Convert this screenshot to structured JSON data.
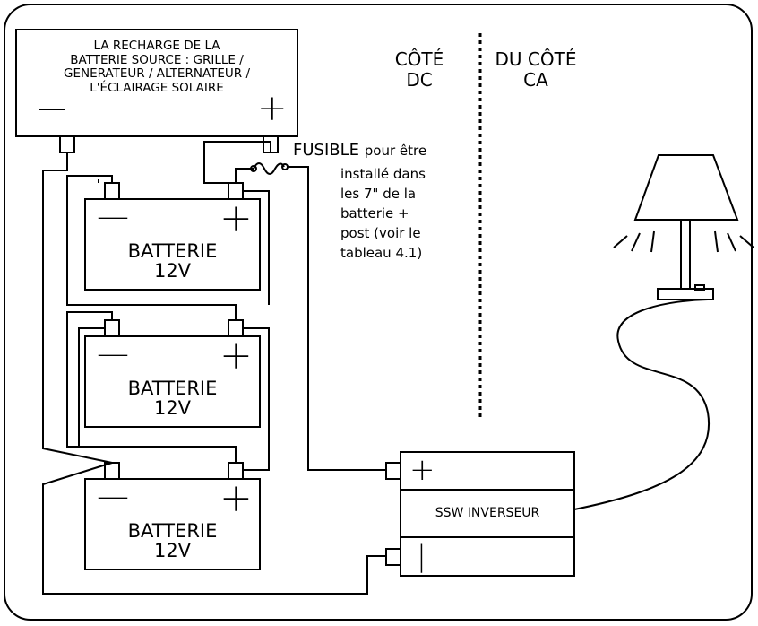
{
  "charge_source": {
    "line1": "LA RECHARGE DE LA",
    "line2": "BATTERIE SOURCE : GRILLE /",
    "line3": "GENERATEUR / ALTERNATEUR /",
    "line4": "L'ÉCLAIRAGE SOLAIRE",
    "minus": "—",
    "plus": "+"
  },
  "dc_side": {
    "line1": "CÔTÉ",
    "line2": "DC"
  },
  "ac_side": {
    "line1": "DU CÔTÉ",
    "line2": "CA"
  },
  "fuse": {
    "title": "FUSIBLE",
    "line1": "pour être",
    "line2": "installé dans",
    "line3": "les 7\" de la",
    "line4": "batterie +",
    "line5": "post (voir le",
    "line6": "tableau 4.1)"
  },
  "batteries": [
    {
      "label": "BATTERIE",
      "voltage": "12V",
      "minus": "—",
      "plus": "+"
    },
    {
      "label": "BATTERIE",
      "voltage": "12V",
      "minus": "—",
      "plus": "+"
    },
    {
      "label": "BATTERIE",
      "voltage": "12V",
      "minus": "—",
      "plus": "+"
    }
  ],
  "inverter": {
    "label": "SSW INVERSEUR",
    "plus": "+",
    "minus": "|"
  },
  "icons": [
    "lamp-icon",
    "fuse-icon",
    "light-ray-icon"
  ]
}
